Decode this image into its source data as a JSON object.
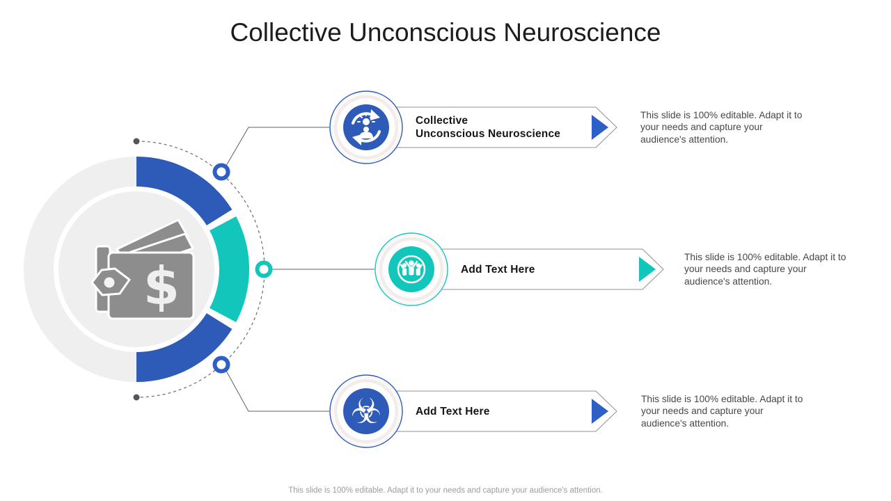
{
  "title": "Collective Unconscious Neuroscience",
  "footer": "This slide is 100% editable. Adapt it to your needs and capture your audience's attention.",
  "colors": {
    "blue": "#2e5bb8",
    "arrow_blue": "#2e5fc6",
    "teal": "#12c6bc",
    "light_gray": "#efefef",
    "icon_gray": "#8d8d8d",
    "banner_outline": "#8f8f8f"
  },
  "center": {
    "icon": "wallet-money-icon"
  },
  "branches": [
    {
      "color": "blue",
      "icon": "idea-person-cycle-icon",
      "label_lines": [
        "Collective",
        "Unconscious Neuroscience"
      ],
      "description_lines": [
        "This slide is 100% editable. Adapt it to",
        "your needs and capture your",
        "audience's attention."
      ]
    },
    {
      "color": "teal",
      "icon": "team-people-icon",
      "label_lines": [
        "Add Text Here"
      ],
      "description_lines": [
        "This slide is 100% editable. Adapt it to",
        "your needs and capture your",
        "audience's attention."
      ]
    },
    {
      "color": "blue",
      "icon": "biohazard-icon",
      "label_lines": [
        "Add Text Here"
      ],
      "description_lines": [
        "This slide is 100% editable. Adapt it to",
        "your needs and capture your",
        "audience's attention."
      ]
    }
  ]
}
